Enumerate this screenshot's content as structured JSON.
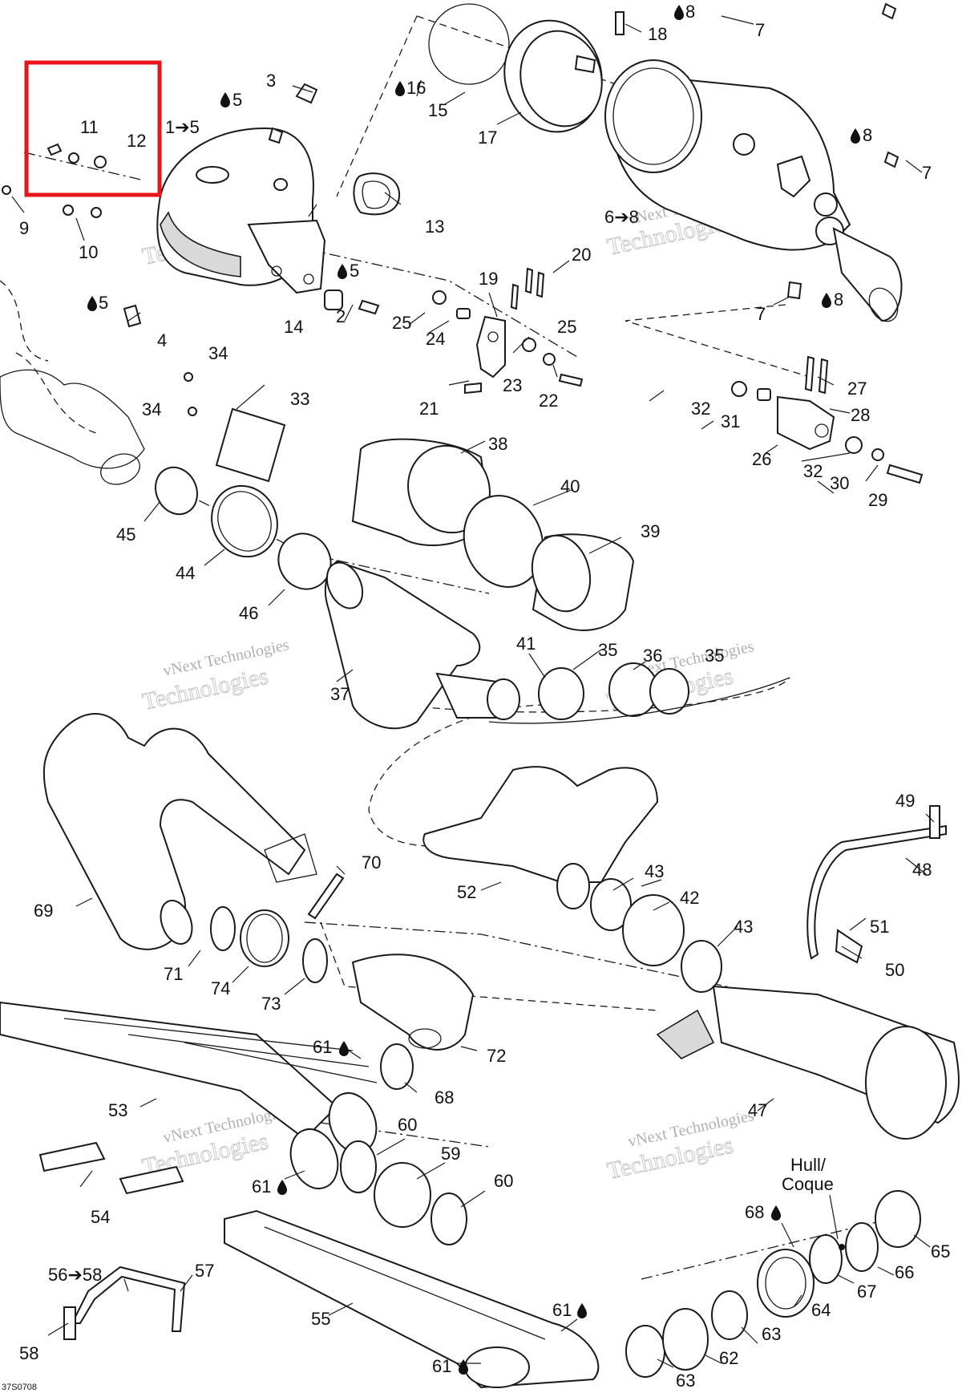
{
  "diagram": {
    "drawing_number": "37S0708",
    "highlight_color": "#e8151b",
    "watermark": {
      "line1": "vNext Technologies",
      "line2": "Technologies"
    },
    "hull_label": {
      "line1": "Hull/",
      "line2": "Coque"
    },
    "callouts": {
      "c1to5": "1➔5",
      "c2": "2",
      "c3": "3",
      "c4": "4",
      "c5a": "5",
      "c5b": "5",
      "c5c": "5",
      "c6to8": "6➔8",
      "c7a": "7",
      "c7b": "7",
      "c7c": "7",
      "c8a": "8",
      "c8b": "8",
      "c8c": "8",
      "c9": "9",
      "c10": "10",
      "c11": "11",
      "c12": "12",
      "c13": "13",
      "c14": "14",
      "c15": "15",
      "c16": "16",
      "c17": "17",
      "c18": "18",
      "c19": "19",
      "c20": "20",
      "c21": "21",
      "c22": "22",
      "c23": "23",
      "c24": "24",
      "c25a": "25",
      "c25b": "25",
      "c26": "26",
      "c27": "27",
      "c28": "28",
      "c29": "29",
      "c30": "30",
      "c31": "31",
      "c32a": "32",
      "c32b": "32",
      "c33": "33",
      "c34a": "34",
      "c34b": "34",
      "c35a": "35",
      "c35b": "35",
      "c36": "36",
      "c37": "37",
      "c38": "38",
      "c39": "39",
      "c40": "40",
      "c41": "41",
      "c42": "42",
      "c43a": "43",
      "c43b": "43",
      "c44": "44",
      "c45": "45",
      "c46": "46",
      "c47": "47",
      "c48": "48",
      "c49": "49",
      "c50": "50",
      "c51": "51",
      "c52": "52",
      "c53": "53",
      "c54": "54",
      "c55": "55",
      "c56to58": "56➔58",
      "c57": "57",
      "c58": "58",
      "c59": "59",
      "c60a": "60",
      "c60b": "60",
      "c61a": "61",
      "c61b": "61",
      "c61c": "61",
      "c61d": "61",
      "c62": "62",
      "c63a": "63",
      "c63b": "63",
      "c64": "64",
      "c65": "65",
      "c66": "66",
      "c67": "67",
      "c68a": "68",
      "c68b": "68",
      "c69": "69",
      "c70": "70",
      "c71": "71",
      "c72": "72",
      "c73": "73",
      "c74": "74"
    }
  }
}
